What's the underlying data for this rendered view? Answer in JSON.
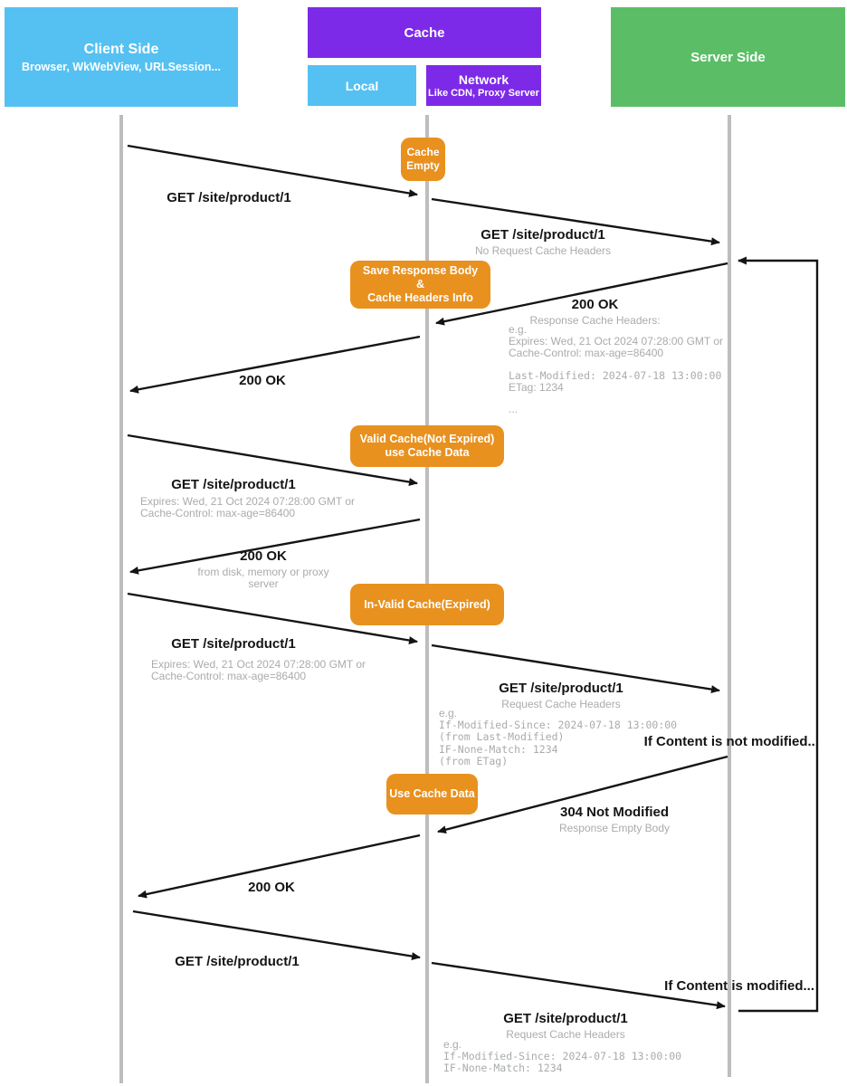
{
  "colors": {
    "client_blue": "#55c1f2",
    "cache_purple": "#7d2ae8",
    "server_green": "#5bbe66",
    "note_orange": "#e8911f",
    "muted_gray": "#a9abad",
    "lifeline_gray": "#bdbdbd",
    "arrow_black": "#141414"
  },
  "actors": {
    "client": {
      "title": "Client Side",
      "subtitle": "Browser, WkWebView, URLSession..."
    },
    "cache": {
      "title": "Cache"
    },
    "local": {
      "title": "Local"
    },
    "network": {
      "title": "Network",
      "subtitle": "Like CDN, Proxy Server"
    },
    "server": {
      "title": "Server Side"
    }
  },
  "notes": {
    "cache_empty": {
      "line1": "Cache",
      "line2": "Empty"
    },
    "save_response": {
      "line1": "Save  Response Body",
      "line2": "&",
      "line3": "Cache Headers Info"
    },
    "valid_cache": {
      "line1": "Valid Cache(Not Expired)",
      "line2": "use Cache Data"
    },
    "invalid_cache": {
      "line1": "In-Valid Cache(Expired)"
    },
    "use_cache": {
      "line1": "Use Cache Data"
    }
  },
  "messages": {
    "req1": {
      "title": "GET /site/product/1"
    },
    "req1_fwd": {
      "title": "GET /site/product/1",
      "sub": "No Request Cache Headers"
    },
    "resp1": {
      "title": "200 OK",
      "sub": "Response Cache Headers:",
      "eg": "e.g.",
      "expires": "Expires: Wed, 21 Oct 2024 07:28:00 GMT or",
      "cache_control": "Cache-Control: max-age=86400",
      "last_modified": "Last-Modified: 2024-07-18 13:00:00",
      "etag": "ETag: 1234",
      "more": "..."
    },
    "resp1_fwd": {
      "title": "200 OK"
    },
    "req2": {
      "title": "GET /site/product/1",
      "expires": "Expires: Wed, 21 Oct 2024 07:28:00 GMT or",
      "cache_control": "Cache-Control: max-age=86400"
    },
    "resp2": {
      "title": "200 OK",
      "sub": "from disk, memory or proxy server"
    },
    "req3": {
      "title": "GET /site/product/1",
      "expires": "Expires: Wed, 21 Oct 2024 07:28:00 GMT or",
      "cache_control": "Cache-Control: max-age=86400"
    },
    "req3_fwd": {
      "title": "GET /site/product/1",
      "sub": "Request Cache Headers",
      "eg": "e.g.",
      "if_modified_since": "If-Modified-Since: 2024-07-18 13:00:00",
      "from_last_modified": "(from Last-Modified)",
      "if_none_match": "IF-None-Match: 1234",
      "from_etag": "(from ETag)"
    },
    "not_modified_flag": "If Content is not modified...",
    "resp3": {
      "title": "304 Not Modified",
      "sub": "Response Empty Body"
    },
    "resp3_fwd": {
      "title": "200 OK"
    },
    "req4": {
      "title": "GET /site/product/1"
    },
    "modified_flag": "If Content is modified...",
    "req4_fwd": {
      "title": "GET /site/product/1",
      "sub": "Request Cache Headers",
      "eg": "e.g.",
      "if_modified_since": "If-Modified-Since: 2024-07-18 13:00:00",
      "if_none_match": "IF-None-Match: 1234"
    }
  }
}
